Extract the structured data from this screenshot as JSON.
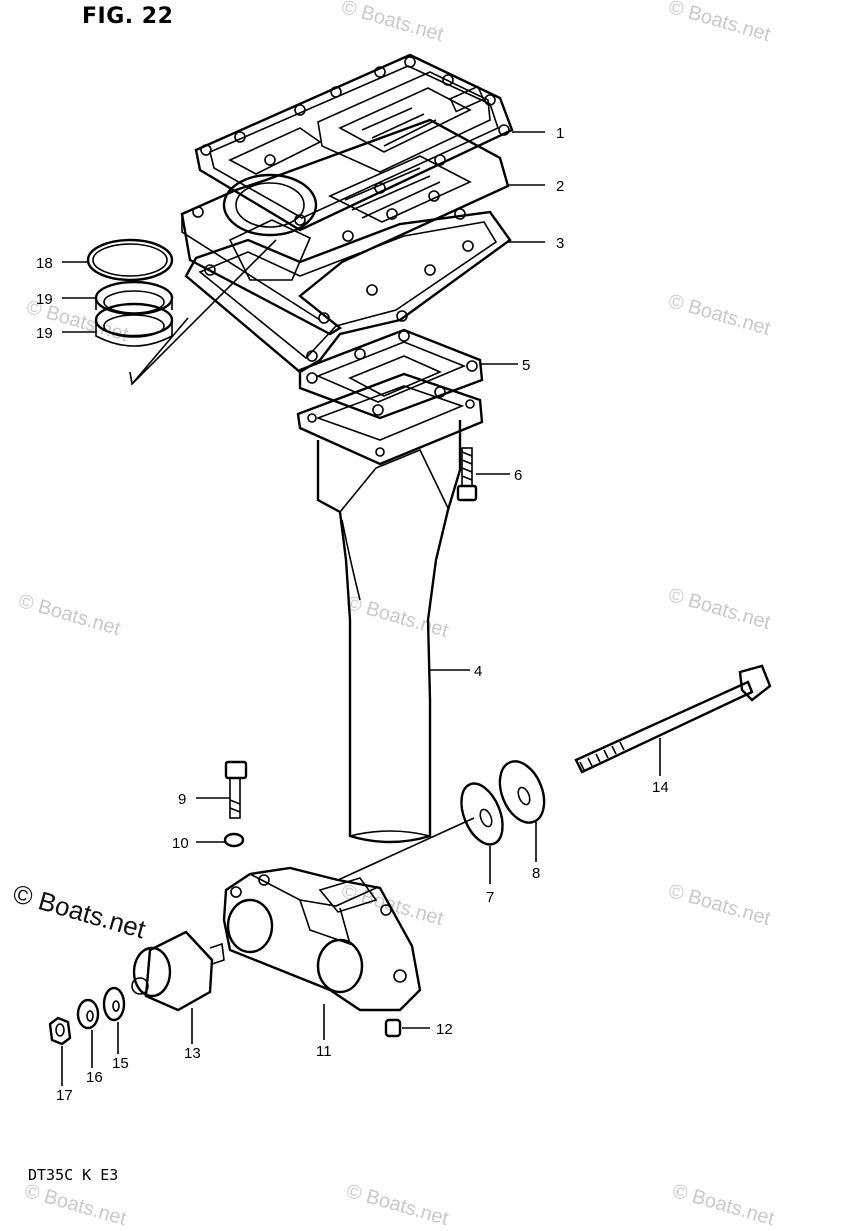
{
  "figure": {
    "title": "FIG. 22",
    "model": "DT35C K E3"
  },
  "watermark": {
    "text": "© Boats.net"
  },
  "callouts": [
    {
      "id": "1",
      "part": "gasket-top"
    },
    {
      "id": "2",
      "part": "plate"
    },
    {
      "id": "3",
      "part": "gasket"
    },
    {
      "id": "4",
      "part": "exhaust-tube"
    },
    {
      "id": "5",
      "part": "gasket-small"
    },
    {
      "id": "6",
      "part": "bolt"
    },
    {
      "id": "7",
      "part": "washer"
    },
    {
      "id": "8",
      "part": "washer"
    },
    {
      "id": "9",
      "part": "bolt"
    },
    {
      "id": "10",
      "part": "washer"
    },
    {
      "id": "11",
      "part": "mount-bracket"
    },
    {
      "id": "12",
      "part": "pin"
    },
    {
      "id": "13",
      "part": "rubber-mount"
    },
    {
      "id": "14",
      "part": "long-bolt"
    },
    {
      "id": "15",
      "part": "washer"
    },
    {
      "id": "16",
      "part": "washer"
    },
    {
      "id": "17",
      "part": "nut"
    },
    {
      "id": "18",
      "part": "o-ring"
    },
    {
      "id": "19",
      "part": "seal"
    },
    {
      "id": "19",
      "part": "seal"
    }
  ]
}
